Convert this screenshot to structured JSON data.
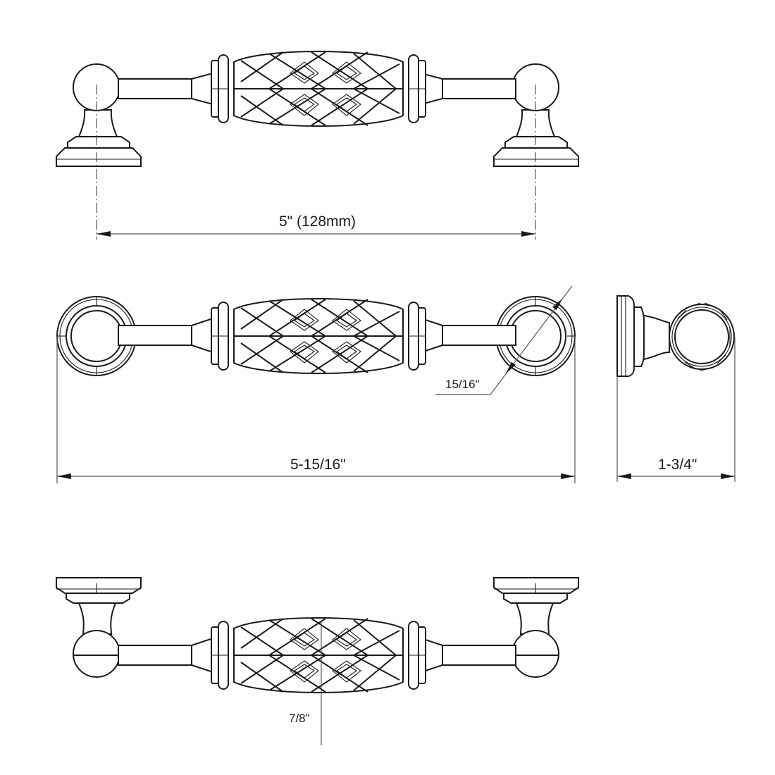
{
  "drawing": {
    "subject": "cabinet pull with cage handle",
    "views": [
      {
        "name": "front-view",
        "dimension_label": "5\" (128mm)",
        "dimension_role": "center-to-center"
      },
      {
        "name": "top-view",
        "dimension_label": "5-15/16\"",
        "dimension_role": "overall-length",
        "secondary_label": "15/16\"",
        "secondary_role": "base-diameter"
      },
      {
        "name": "side-view",
        "dimension_label": "1-3/4\"",
        "dimension_role": "projection"
      },
      {
        "name": "bottom-view",
        "dimension_label": "7/8\"",
        "dimension_role": "handle-diameter"
      }
    ],
    "line_color": "#1a1a1a",
    "dimension_line_color": "#555555"
  }
}
